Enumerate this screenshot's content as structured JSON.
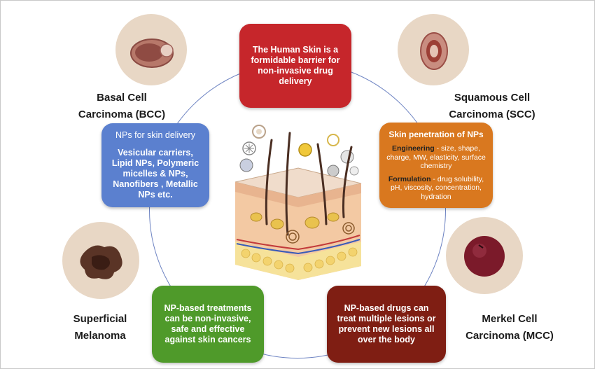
{
  "center_box": {
    "text": "The Human Skin is a formidable barrier for non-invasive drug delivery"
  },
  "np_delivery": {
    "title": "NPs for skin delivery",
    "body": "Vesicular carriers, Lipid NPs, Polymeric micelles & NPs, Nanofibers , Metallic NPs etc."
  },
  "penetration": {
    "title": "Skin penetration of NPs",
    "engineering_label": "Engineering",
    "engineering_text": " - size, shape, charge, MW, elasticity, surface chemistry",
    "formulation_label": "Formulation",
    "formulation_text": " - drug solubility, pH, viscosity, concentration, hydration"
  },
  "treatments": {
    "text": "NP-based treatments can be non-invasive, safe and effective against skin cancers"
  },
  "drugs": {
    "text": "NP-based drugs can treat multiple lesions or prevent new lesions all over the body"
  },
  "diseases": {
    "bcc_line1": "Basal Cell",
    "bcc_line2": "Carcinoma (BCC)",
    "scc_line1": "Squamous Cell",
    "scc_line2": "Carcinoma (SCC)",
    "mel_line1": "Superficial",
    "mel_line2": "Melanoma",
    "mcc_line1": "Merkel Cell",
    "mcc_line2": "Carcinoma (MCC)"
  },
  "colors": {
    "red": "#c6262b",
    "blue": "#5b80cf",
    "orange": "#d9781f",
    "green": "#4f9a2a",
    "maroon": "#7f1e13",
    "ring": "#6d83c2",
    "lesion_bg": "#e8d7c5"
  }
}
